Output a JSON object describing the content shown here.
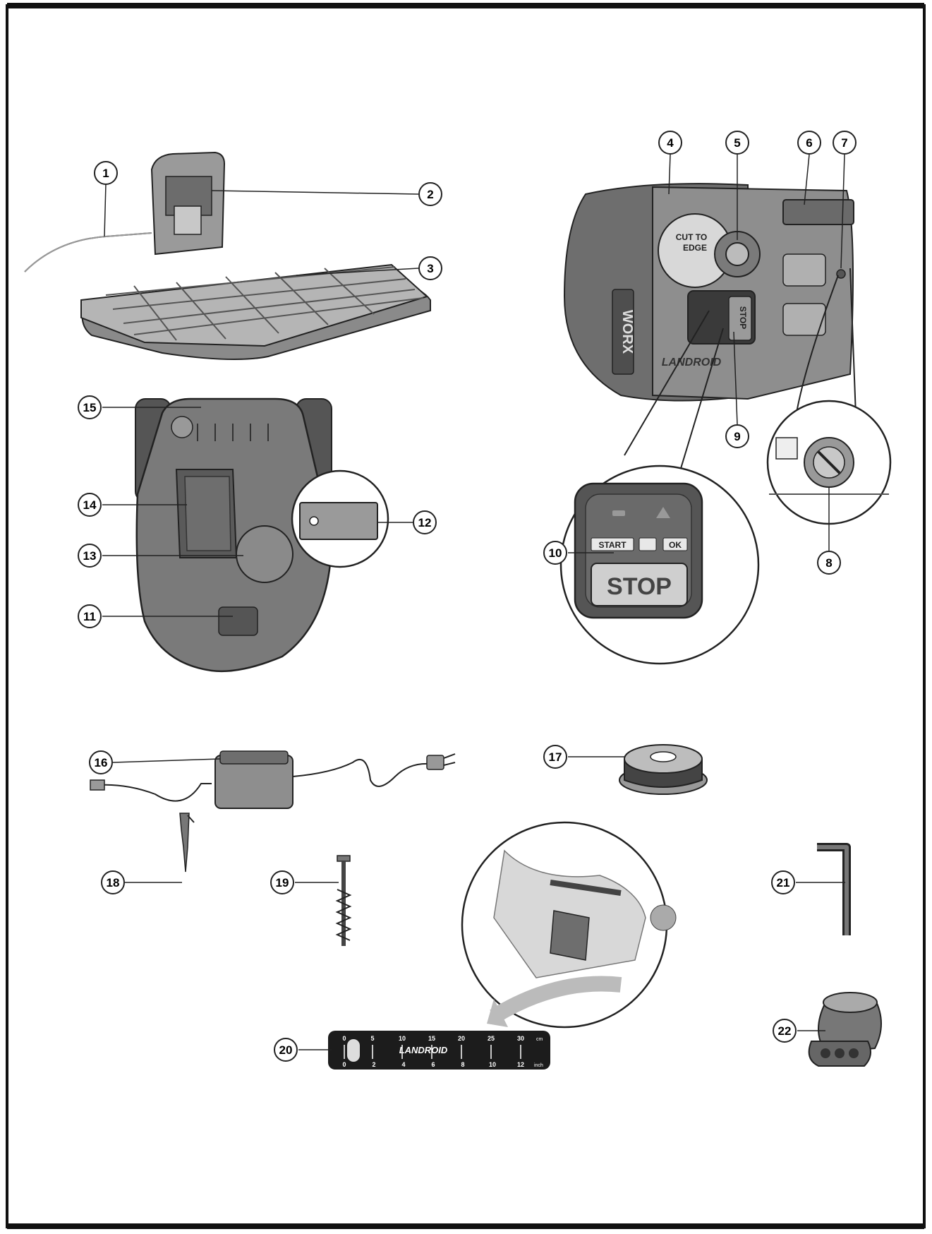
{
  "callouts": [
    {
      "id": "1",
      "label": "1"
    },
    {
      "id": "2",
      "label": "2"
    },
    {
      "id": "3",
      "label": "3"
    },
    {
      "id": "4",
      "label": "4"
    },
    {
      "id": "5",
      "label": "5"
    },
    {
      "id": "6",
      "label": "6"
    },
    {
      "id": "7",
      "label": "7"
    },
    {
      "id": "8",
      "label": "8"
    },
    {
      "id": "9",
      "label": "9"
    },
    {
      "id": "10",
      "label": "10"
    },
    {
      "id": "11",
      "label": "11"
    },
    {
      "id": "12",
      "label": "12"
    },
    {
      "id": "13",
      "label": "13"
    },
    {
      "id": "14",
      "label": "14"
    },
    {
      "id": "15",
      "label": "15"
    },
    {
      "id": "16",
      "label": "16"
    },
    {
      "id": "17",
      "label": "17"
    },
    {
      "id": "18",
      "label": "18"
    },
    {
      "id": "19",
      "label": "19"
    },
    {
      "id": "20",
      "label": "20"
    },
    {
      "id": "21",
      "label": "21"
    },
    {
      "id": "22",
      "label": "22"
    }
  ],
  "mower": {
    "brand": "WORX",
    "model": "LANDROID",
    "cut_label_top": "CUT TO",
    "cut_label_bottom": "EDGE",
    "stop_side": "STOP"
  },
  "control_panel": {
    "start": "START",
    "ok": "OK",
    "stop": "STOP"
  },
  "ruler": {
    "brand": "LANDROID",
    "cm_ticks": [
      "0",
      "5",
      "10",
      "15",
      "20",
      "25",
      "30"
    ],
    "cm_unit": "cm",
    "inch_ticks": [
      "0",
      "2",
      "4",
      "6",
      "8",
      "10",
      "12"
    ],
    "inch_unit": "inch"
  }
}
